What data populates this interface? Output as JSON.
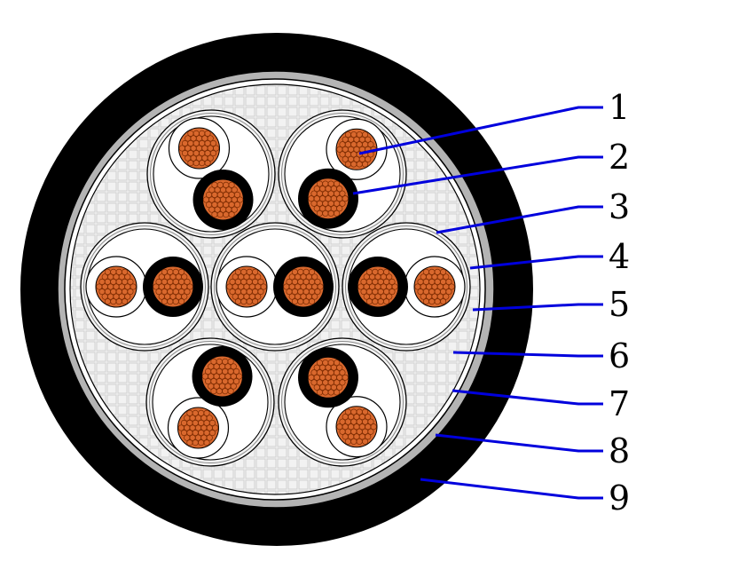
{
  "colors": {
    "jacket": "#000000",
    "armor": "#b4b4b4",
    "inner_sheath": "#ffffff",
    "filler": "#f2f2f2",
    "filler_grid": "#d0d0d0",
    "pair_shield": "#f4f4f4",
    "copper": "#d9682d",
    "copper_strand": "#7a2a00",
    "black_insulation": "#000000",
    "white_insulation": "#ffffff",
    "leader": "#0000dd"
  },
  "callouts": [
    {
      "label": "1"
    },
    {
      "label": "2"
    },
    {
      "label": "3"
    },
    {
      "label": "4"
    },
    {
      "label": "5"
    },
    {
      "label": "6"
    },
    {
      "label": "7"
    },
    {
      "label": "8"
    },
    {
      "label": "9"
    }
  ]
}
